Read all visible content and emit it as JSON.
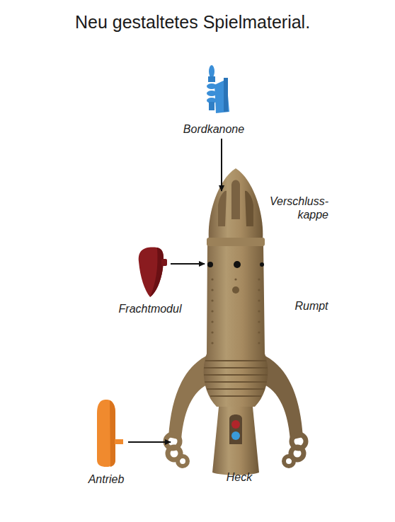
{
  "diagram": {
    "title": "Neu gestaltetes Spielmaterial.",
    "labels": [
      "Bordkanone",
      "Verschluss- kappe",
      "Frachtmodul",
      "Rumpt",
      "Antrieb",
      "Heck"
    ]
  }
}
